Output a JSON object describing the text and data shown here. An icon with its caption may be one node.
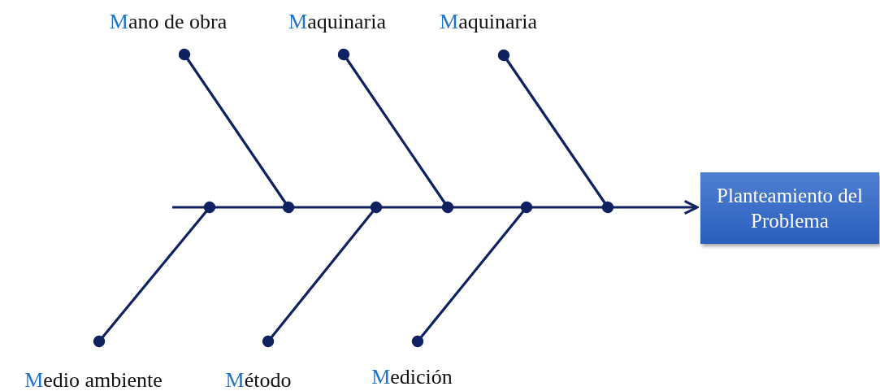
{
  "diagram": {
    "nodes": [
      {
        "text": [
          "Mano de obra"
        ]
      },
      {
        "text": [
          "Maquinaria"
        ]
      },
      {
        "text": [
          "Maquinaria"
        ]
      },
      {
        "text": [
          "Planteamiento del Problema"
        ]
      },
      {
        "text": [
          "Medio ambiente"
        ]
      },
      {
        "text": [
          "Método"
        ]
      },
      {
        "text": [
          "Medición"
        ]
      }
    ],
    "edges": [
      {
        "from": null,
        "to": 3,
        "arrow": "to"
      },
      {
        "from": 0,
        "to": null,
        "arrow": "other"
      },
      {
        "from": 1,
        "to": null,
        "arrow": "other"
      },
      {
        "from": 2,
        "to": null,
        "arrow": "other"
      },
      {
        "from": 4,
        "to": null,
        "arrow": "other"
      },
      {
        "from": 5,
        "to": null,
        "arrow": "other"
      },
      {
        "from": 6,
        "to": null,
        "arrow": "other"
      }
    ]
  }
}
